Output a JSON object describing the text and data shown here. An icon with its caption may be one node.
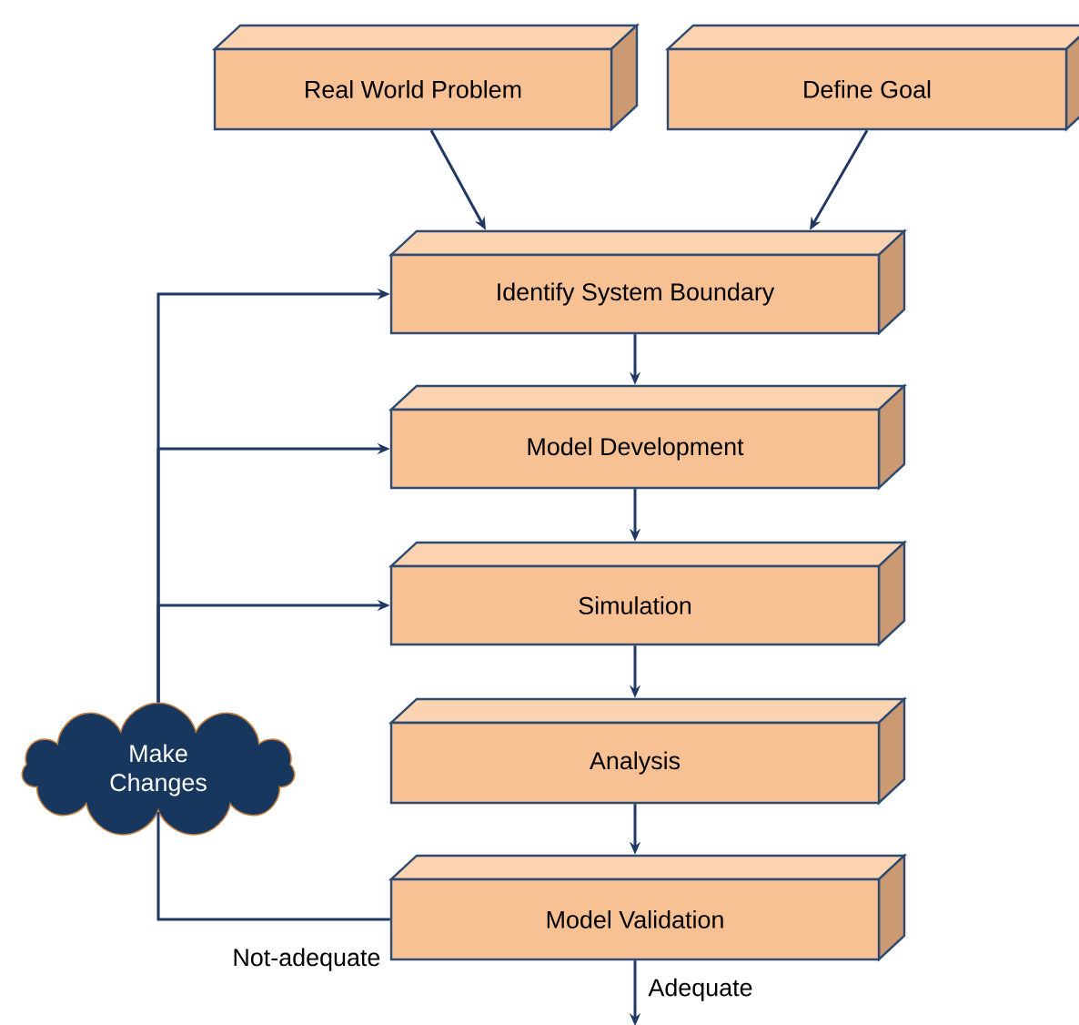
{
  "diagram": {
    "nodes": [
      {
        "text": [
          "Real World Problem"
        ]
      },
      {
        "text": [
          "Define Goal"
        ]
      },
      {
        "text": [
          "Identify System Boundary"
        ]
      },
      {
        "text": [
          "Model Development"
        ]
      },
      {
        "text": [
          "Simulation"
        ]
      },
      {
        "text": [
          "Analysis"
        ]
      },
      {
        "text": [
          "Model Validation"
        ]
      },
      {
        "text": [
          "Make Changes"
        ]
      }
    ],
    "edges": [
      {
        "from": 0,
        "to": 2,
        "arrow": "to"
      },
      {
        "from": 1,
        "to": 2,
        "arrow": "to"
      },
      {
        "from": 2,
        "to": 3,
        "arrow": "to"
      },
      {
        "from": 3,
        "to": 4,
        "arrow": "to"
      },
      {
        "from": 4,
        "to": 5,
        "arrow": "to"
      },
      {
        "from": 5,
        "to": 6,
        "arrow": "to"
      },
      {
        "from": 6,
        "to": null,
        "label": "Adequate",
        "arrow": "to"
      },
      {
        "from": 6,
        "to": 7,
        "label": "Not-adequate",
        "arrow": "none"
      },
      {
        "from": 7,
        "to": 2,
        "arrow": "to"
      },
      {
        "from": 7,
        "to": 3,
        "arrow": "to"
      },
      {
        "from": 7,
        "to": 4,
        "arrow": "to"
      }
    ]
  }
}
